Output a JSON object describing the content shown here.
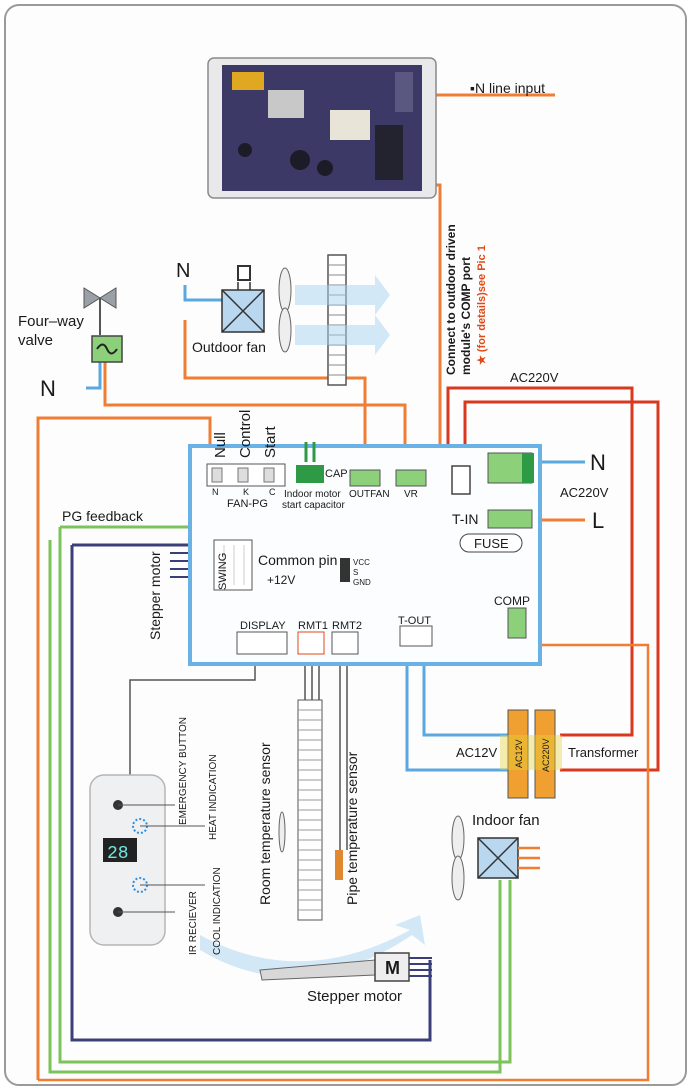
{
  "colors": {
    "orange": "#ef7d33",
    "red": "#d9381e",
    "blue": "#5aa8e0",
    "green": "#7cc35a",
    "navy": "#3a3f7a",
    "board": "#6ab2e6",
    "connector": "#8dd07a"
  },
  "labels": {
    "n_line_input": "▪N line input",
    "connect_note_1": "Connect to outdoor driven",
    "connect_note_2": "module's COMP port",
    "connect_note_3": "★ (for details)see Pic 1",
    "n_outdoor_fan": "N",
    "outdoor_fan": "Outdoor fan",
    "four_way_1": "Four–way",
    "four_way_2": "valve",
    "n_valve": "N",
    "ac220_top": "AC220V",
    "null": "Null",
    "control": "Control",
    "start": "Start",
    "pin_n": "N",
    "pin_k": "K",
    "pin_c": "C",
    "fan_pg": "FAN-PG",
    "cap": "CAP",
    "indoor_motor_1": "Indoor motor",
    "indoor_motor_2": "start capacitor",
    "outfan": "OUTFAN",
    "vr": "VR",
    "n_right": "N",
    "ac220_right": "AC220V",
    "t_in": "T-IN",
    "l_right": "L",
    "fuse": "FUSE",
    "pg_feedback": "PG feedback",
    "swing": "SWING",
    "common_pin": "Common pin",
    "plus12v": "+12V",
    "vcc": "VCC",
    "s": "S",
    "gnd": "GND",
    "stepper_motor_left": "Stepper motor",
    "comp": "COMP",
    "t_out": "T-OUT",
    "display": "DISPLAY",
    "rmt1": "RMT1",
    "rmt2": "RMT2",
    "ac12v": "AC12V",
    "ac12v_xfmr": "AC12V",
    "ac220v_xfmr": "AC220V",
    "transformer": "Transformer",
    "emergency_button": "EMERGENCY BUTTON",
    "heat_indication": "HEAT INDICATION",
    "room_temp_sensor": "Room temperature sensor",
    "pipe_temp_sensor": "Pipe temperature sensor",
    "indoor_fan": "Indoor fan",
    "ir_receiver": "IR RECIEVER",
    "cool_indication": "COOL INDICATION",
    "display_digits": "28",
    "motor_m": "M",
    "stepper_motor_bottom": "Stepper motor"
  }
}
